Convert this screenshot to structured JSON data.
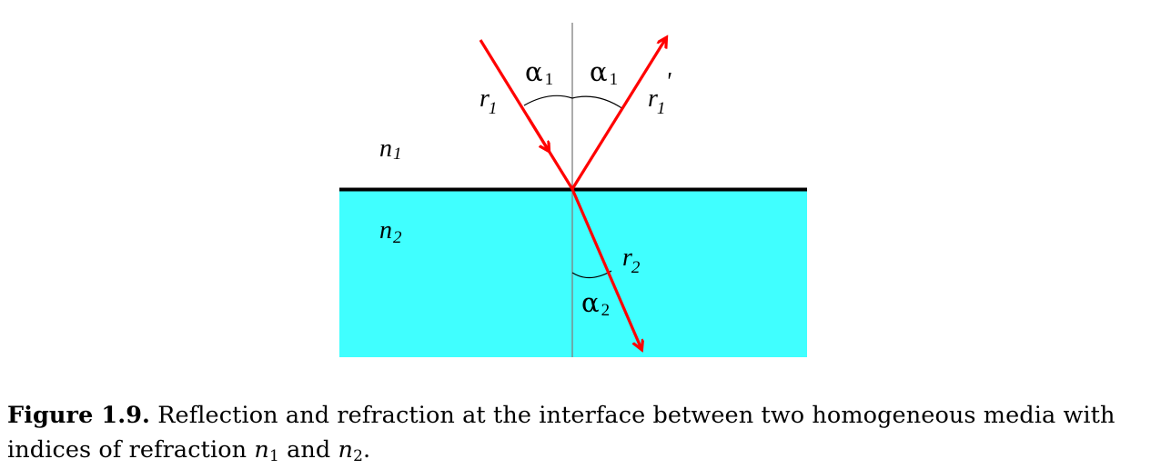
{
  "colors": {
    "medium_2_fill": "#40FFFF",
    "ray": "#FF0000",
    "interface": "#000000",
    "normal": "#808080"
  },
  "labels": {
    "medium_1": "n",
    "medium_1_sub": "1",
    "medium_2": "n",
    "medium_2_sub": "2",
    "incident_ray": "r",
    "incident_ray_sub": "1",
    "reflected_ray": "r",
    "reflected_ray_sub": "1",
    "reflected_ray_prime": "'",
    "refracted_ray": "r",
    "refracted_ray_sub": "2",
    "angle_incidence": "α",
    "angle_incidence_sub": "1",
    "angle_reflection": "α",
    "angle_reflection_sub": "1",
    "angle_refraction": "α",
    "angle_refraction_sub": "2"
  },
  "caption": {
    "figure_label": "Figure 1.9.",
    "text_part1": " Reflection and refraction at the interface between two homogeneous media with indices of refraction ",
    "n1_symbol": "n",
    "n1_sub": "1",
    "and_text": " and ",
    "n2_symbol": "n",
    "n2_sub": "2",
    "period": "."
  }
}
